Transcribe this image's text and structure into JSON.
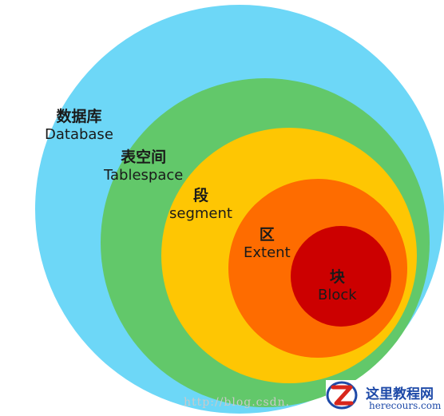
{
  "diagram": {
    "layers": [
      {
        "key": "database",
        "zh": "数据库",
        "en": "Database",
        "color": "#6dd7f7"
      },
      {
        "key": "tablespace",
        "zh": "表空间",
        "en": "Tablespace",
        "color": "#62c86a"
      },
      {
        "key": "segment",
        "zh": "段",
        "en": "segment",
        "color": "#fec603"
      },
      {
        "key": "extent",
        "zh": "区",
        "en": "Extent",
        "color": "#fe6c00"
      },
      {
        "key": "block",
        "zh": "块",
        "en": "Block",
        "color": "#cc0000"
      }
    ]
  },
  "watermark": {
    "url_text": "http://blog.csdn."
  },
  "logo": {
    "title": "这里教程网",
    "subtitle": "herecours.com",
    "colors": {
      "primary": "#1e4aa8",
      "accent": "#d8261c"
    }
  }
}
